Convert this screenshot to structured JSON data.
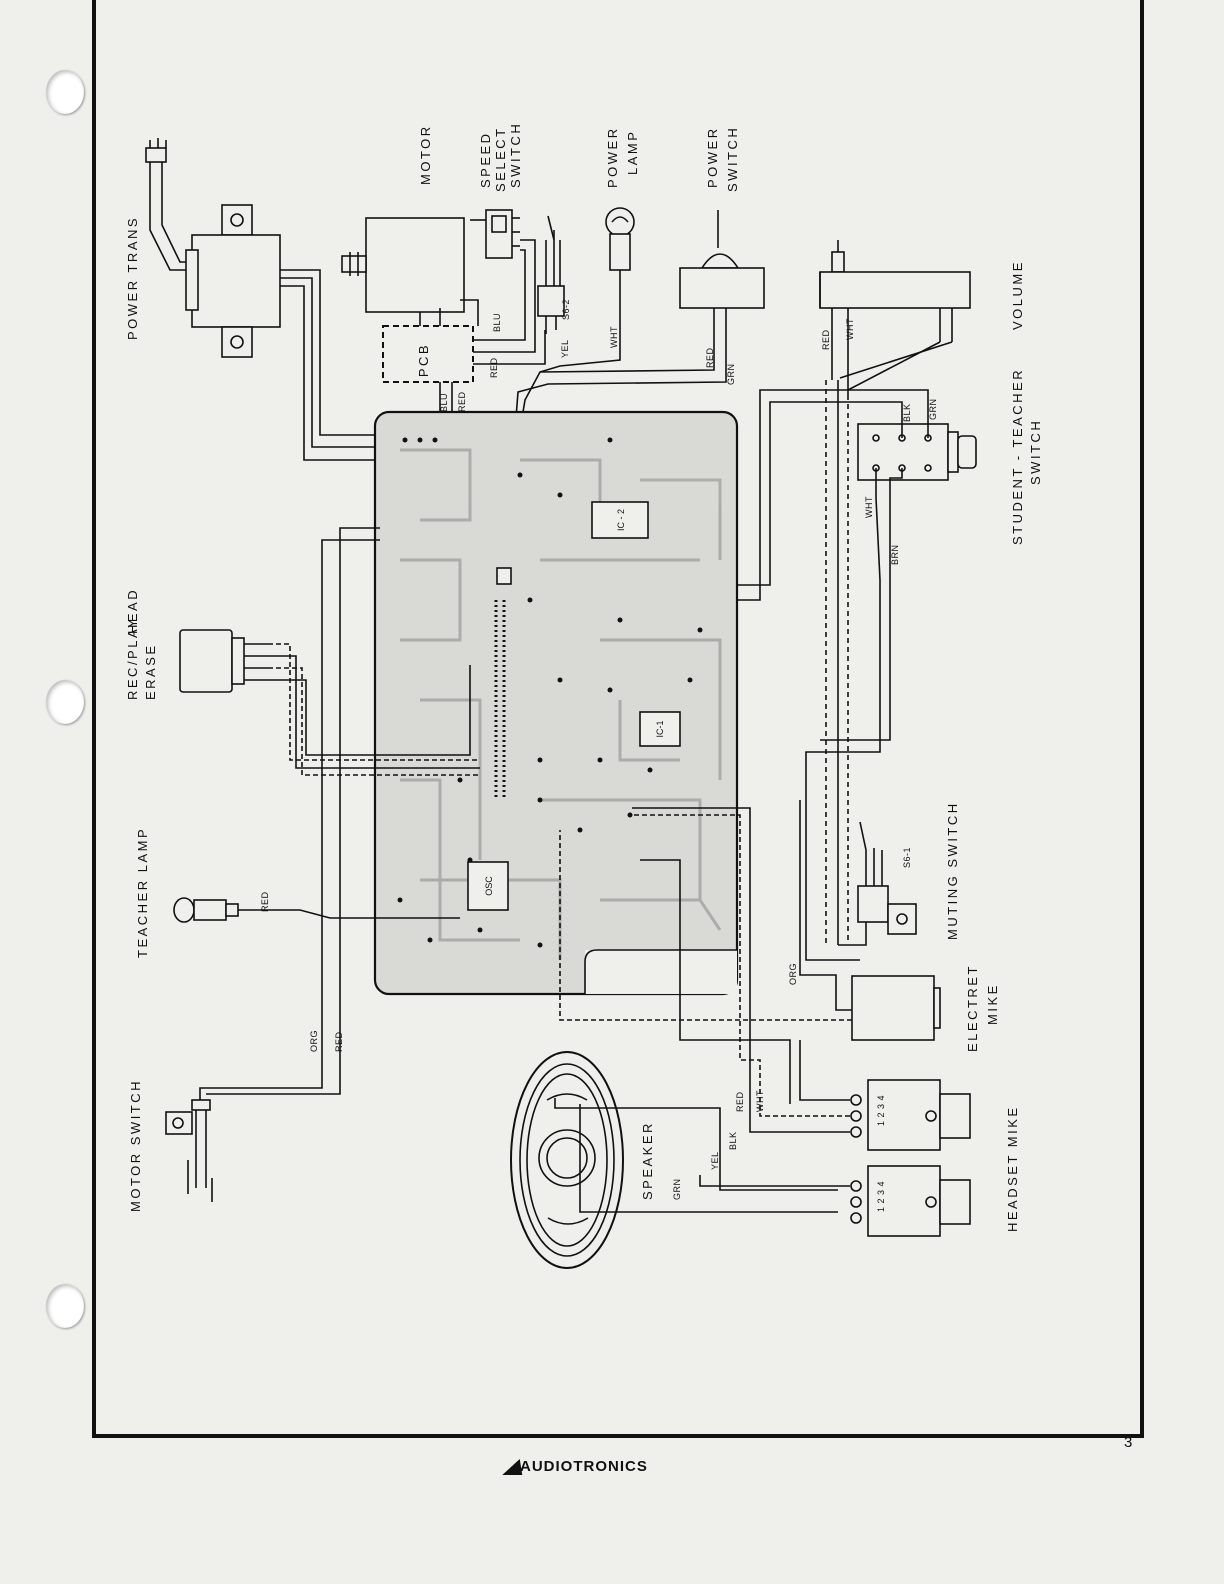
{
  "labels": {
    "power_trans": "POWER TRANS",
    "motor": "MOTOR",
    "speed_select_1": "SPEED",
    "speed_select_2": "SELECT",
    "speed_select_3": "SWITCH",
    "power_lamp_1": "POWER",
    "power_lamp_2": "LAMP",
    "power_switch_1": "POWER",
    "power_switch_2": "SWITCH",
    "volume": "VOLUME",
    "student_teacher_1": "STUDENT - TEACHER",
    "student_teacher_2": "SWITCH",
    "rec_play_1": "REC/PLAY",
    "head": "HEAD",
    "erase": "ERASE",
    "teacher_lamp": "TEACHER LAMP",
    "muting_switch": "MUTING SWITCH",
    "electret_1": "ELECTRET",
    "electret_2": "MIKE",
    "motor_switch": "MOTOR SWITCH",
    "speaker": "SPEAKER",
    "headset_mike": "HEADSET MIKE",
    "pcb": "PCB",
    "s6_2": "S6-2",
    "s6_1": "S6-1",
    "ic2": "IC - 2",
    "ic1": "IC-1",
    "osc": "OSC"
  },
  "wire_colors": {
    "blu": "BLU",
    "red": "RED",
    "yel": "YEL",
    "wht": "WHT",
    "grn": "GRN",
    "blk": "BLK",
    "brn": "BRN",
    "org": "ORG"
  },
  "jack_pins": "1 2 3 4",
  "footer": {
    "brand": "AUDIOTRONICS",
    "page_number": "3"
  },
  "colors": {
    "paper": "#efefec",
    "ink": "#111111",
    "pcb_fill": "#d9d9d6"
  }
}
